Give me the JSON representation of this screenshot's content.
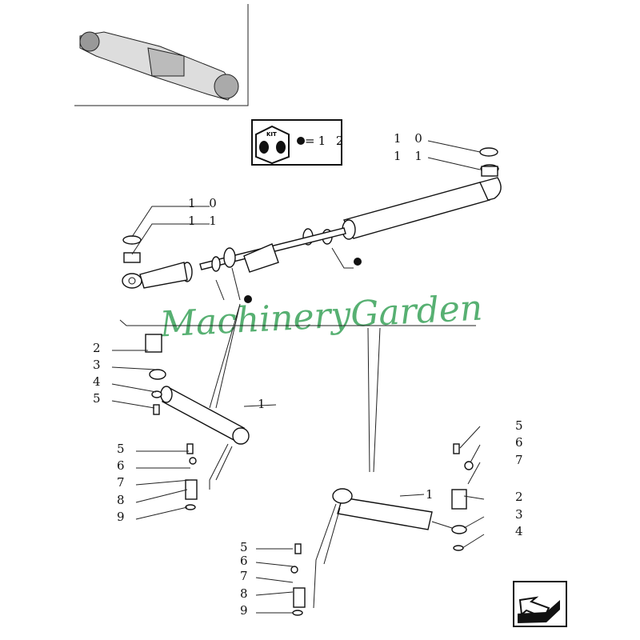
{
  "kit_box": {
    "kit_label": "KIT",
    "bullet_equals": "=1 2"
  },
  "watermark": "MachineryGarden",
  "callouts": {
    "top_right": [
      "1 0",
      "1 1"
    ],
    "top_left": [
      "1 0",
      "1 1"
    ],
    "left_cylinder": [
      "2",
      "3",
      "4",
      "5",
      "1"
    ],
    "left_lower": [
      "5",
      "6",
      "7",
      "8",
      "9"
    ],
    "right_cylinder": [
      "5",
      "6",
      "7",
      "2",
      "3",
      "4",
      "1"
    ],
    "bottom": [
      "5",
      "6",
      "7",
      "8",
      "9"
    ]
  }
}
